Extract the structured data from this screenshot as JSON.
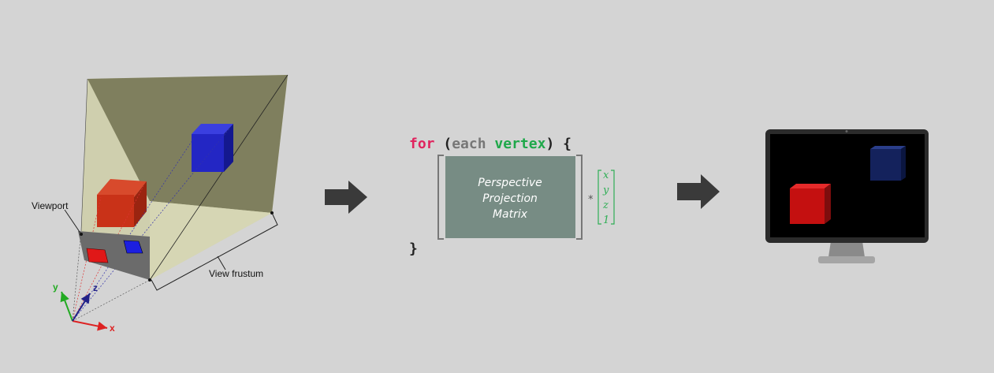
{
  "frustum": {
    "viewport_label": "Viewport",
    "frustum_label": "View frustum",
    "axis_x": "x",
    "axis_y": "y",
    "axis_z": "z"
  },
  "code": {
    "kw_for": "for",
    "paren_open": "(",
    "kw_each": "each",
    "kw_vertex": "vertex",
    "paren_close": ")",
    "brace_open": "{",
    "brace_close": "}",
    "multiply": "*"
  },
  "matrix": {
    "line1": "Perspective",
    "line2": "Projection",
    "line3": "Matrix"
  },
  "vector": [
    "x",
    "y",
    "z",
    "1"
  ],
  "colors": {
    "background": "#d4d4d4",
    "keyword_for": "#e0245e",
    "keyword_each": "#777777",
    "keyword_vertex": "#1fa84a",
    "matrix_fill": "#778c84",
    "vector_color": "#2fae55",
    "arrow": "#3a3a3a",
    "cube_red": "#c61010",
    "cube_blue": "#1a1fc0"
  },
  "icons": {
    "arrow_1": "right-arrow-icon",
    "arrow_2": "right-arrow-icon",
    "monitor": "monitor-icon"
  }
}
